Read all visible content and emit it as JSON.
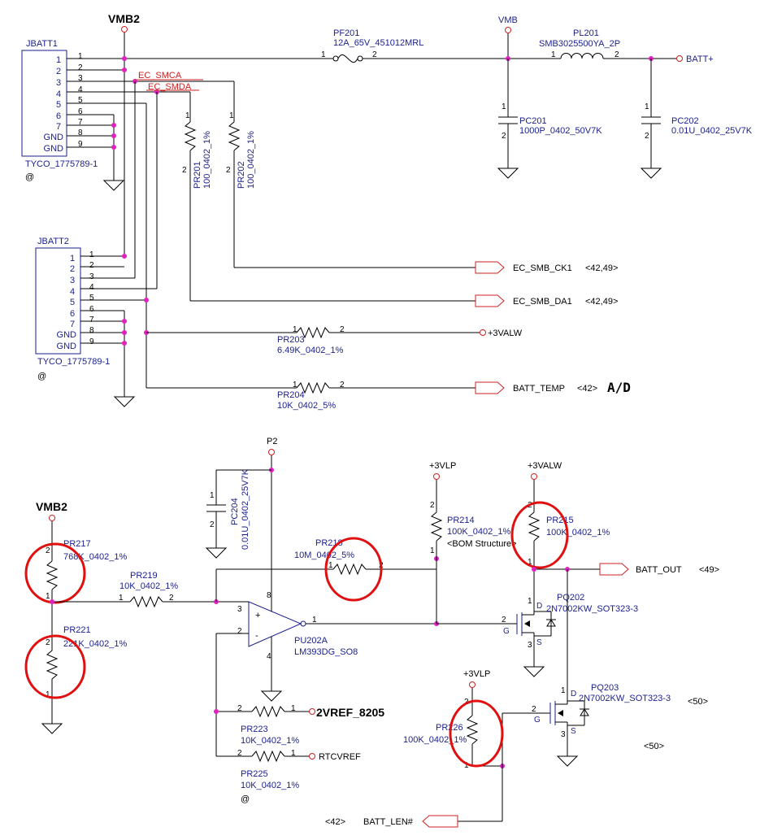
{
  "nets": {
    "vmb2_top": "VMB2",
    "vmb2_bottom": "VMB2",
    "vmb": "VMB",
    "batt_plus": "BATT+",
    "ec_smca": "EC_SMCA",
    "ec_smda": "EC_SMDA",
    "ec_smb_ck1": "EC_SMB_CK1",
    "ec_smb_ck1_ref": "<42,49>",
    "ec_smb_da1": "EC_SMB_DA1",
    "ec_smb_da1_ref": "<42,49>",
    "v3valw_mid": "+3VALW",
    "batt_temp": "BATT_TEMP",
    "batt_temp_ref": "<42>",
    "ad_note": "A/D",
    "p2": "P2",
    "v3vlp_a": "+3VLP",
    "v3valw_b": "+3VALW",
    "batt_out": "BATT_OUT",
    "batt_out_ref": "<49>",
    "vref": "2VREF_8205",
    "rtcvref": "RTCVREF",
    "v3vlp_b": "+3VLP",
    "batt_len": "BATT_LEN#",
    "batt_len_ref": "<42>",
    "ref50a": "<50>",
    "ref50b": "<50>"
  },
  "connectors": {
    "jbatt1": {
      "name": "JBATT1",
      "part": "TYCO_1775789-1",
      "at": "@",
      "inner_pins": [
        "1",
        "2",
        "3",
        "4",
        "5",
        "6",
        "7",
        "GND",
        "GND"
      ],
      "outer_pins": [
        "1",
        "2",
        "3",
        "4",
        "5",
        "6",
        "7",
        "8",
        "9"
      ]
    },
    "jbatt2": {
      "name": "JBATT2",
      "part": "TYCO_1775789-1",
      "at": "@",
      "inner_pins": [
        "1",
        "2",
        "3",
        "4",
        "5",
        "6",
        "7",
        "GND",
        "GND"
      ],
      "outer_pins": [
        "1",
        "2",
        "3",
        "4",
        "5",
        "6",
        "7",
        "8",
        "9"
      ]
    }
  },
  "components": {
    "pf201": {
      "ref": "PF201",
      "value": "12A_65V_451012MRL",
      "p1": "1",
      "p2": "2"
    },
    "pl201": {
      "ref": "PL201",
      "value": "SMB3025500YA_2P",
      "p1": "1",
      "p2": "2"
    },
    "pc201": {
      "ref": "PC201",
      "value": "1000P_0402_50V7K",
      "p1": "1",
      "p2": "2"
    },
    "pc202": {
      "ref": "PC202",
      "value": "0.01U_0402_25V7K",
      "p1": "1",
      "p2": "2"
    },
    "pr201": {
      "ref": "PR201",
      "value": "100_0402_1%",
      "p1": "1",
      "p2": "2"
    },
    "pr202": {
      "ref": "PR202",
      "value": "100_0402_1%",
      "p1": "1",
      "p2": "2"
    },
    "pr203": {
      "ref": "PR203",
      "value": "6.49K_0402_1%",
      "p1": "1",
      "p2": "2"
    },
    "pr204": {
      "ref": "PR204",
      "value": "10K_0402_5%",
      "p1": "1",
      "p2": "2"
    },
    "pc204": {
      "ref": "PC204",
      "value": "0.01U_0402_25V7K",
      "p1": "1",
      "p2": "2"
    },
    "pr217": {
      "ref": "PR217",
      "value": "768K_0402_1%",
      "p1": "1",
      "p2": "2"
    },
    "pr219": {
      "ref": "PR219",
      "value": "10K_0402_1%",
      "p1": "1",
      "p2": "2"
    },
    "pr221": {
      "ref": "PR221",
      "value": "221K_0402_1%",
      "p1": "1",
      "p2": "2"
    },
    "pr218": {
      "ref": "PR218",
      "value": "10M_0402_5%",
      "p1": "1",
      "p2": "2"
    },
    "pr214": {
      "ref": "PR214",
      "value": "100K_0402_1%",
      "note": "<BOM Structure>",
      "p1": "1",
      "p2": "2"
    },
    "pr215": {
      "ref": "PR215",
      "value": "100K_0402_1%",
      "p1": "1",
      "p2": "2"
    },
    "pu202a": {
      "ref": "PU202A",
      "value": "LM393DG_SO8",
      "pin_plus": "3",
      "pin_minus": "2",
      "pin_out": "1",
      "pin_vcc": "8",
      "pin_gnd": "4",
      "plus": "+",
      "minus": "-"
    },
    "pq202": {
      "ref": "PQ202",
      "value": "2N7002KW_SOT323-3",
      "d": "D",
      "g": "G",
      "s": "S",
      "p1": "1",
      "p2": "2",
      "p3": "3"
    },
    "pq203": {
      "ref": "PQ203",
      "value": "2N7002KW_SOT323-3",
      "d": "D",
      "g": "G",
      "s": "S",
      "p1": "1",
      "p2": "2",
      "p3": "3"
    },
    "pr223": {
      "ref": "PR223",
      "value": "10K_0402_1%",
      "p1": "1",
      "p2": "2"
    },
    "pr225": {
      "ref": "PR225",
      "value": "10K_0402_1%",
      "at": "@",
      "p1": "1",
      "p2": "2"
    },
    "pr226": {
      "ref": "PR226",
      "value": "100K_0402_1%",
      "p1": "1",
      "p2": "2"
    }
  },
  "pin_labels": {
    "p1": "1",
    "p2": "2"
  },
  "colors": {
    "wire": "#000000",
    "text": "#1a1f8c",
    "net_red": "#cc2020",
    "junction": "#e020c0",
    "highlight": "#e01010"
  }
}
